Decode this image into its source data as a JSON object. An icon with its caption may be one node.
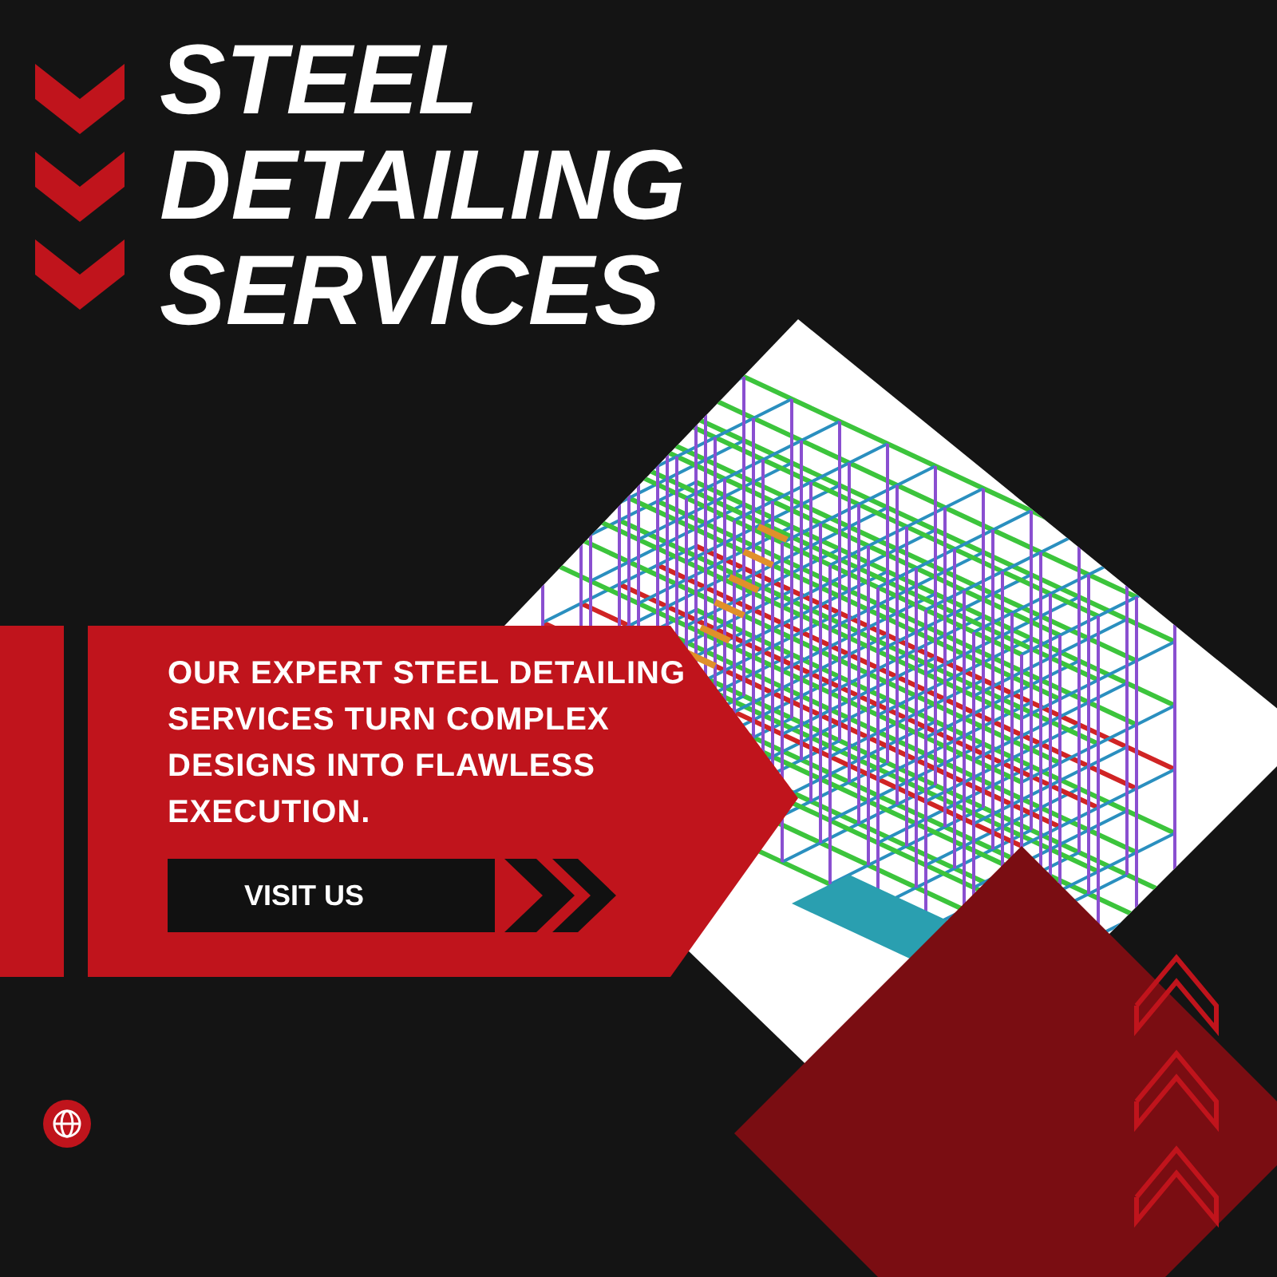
{
  "diagram": {
    "title": "STEEL DETAILING SERVICES",
    "labels": [
      "OUR EXPERT STEEL DETAILING SERVICES TURN COMPLEX DESIGNS INTO FLAWLESS EXECUTION.",
      "VISIT US"
    ]
  }
}
